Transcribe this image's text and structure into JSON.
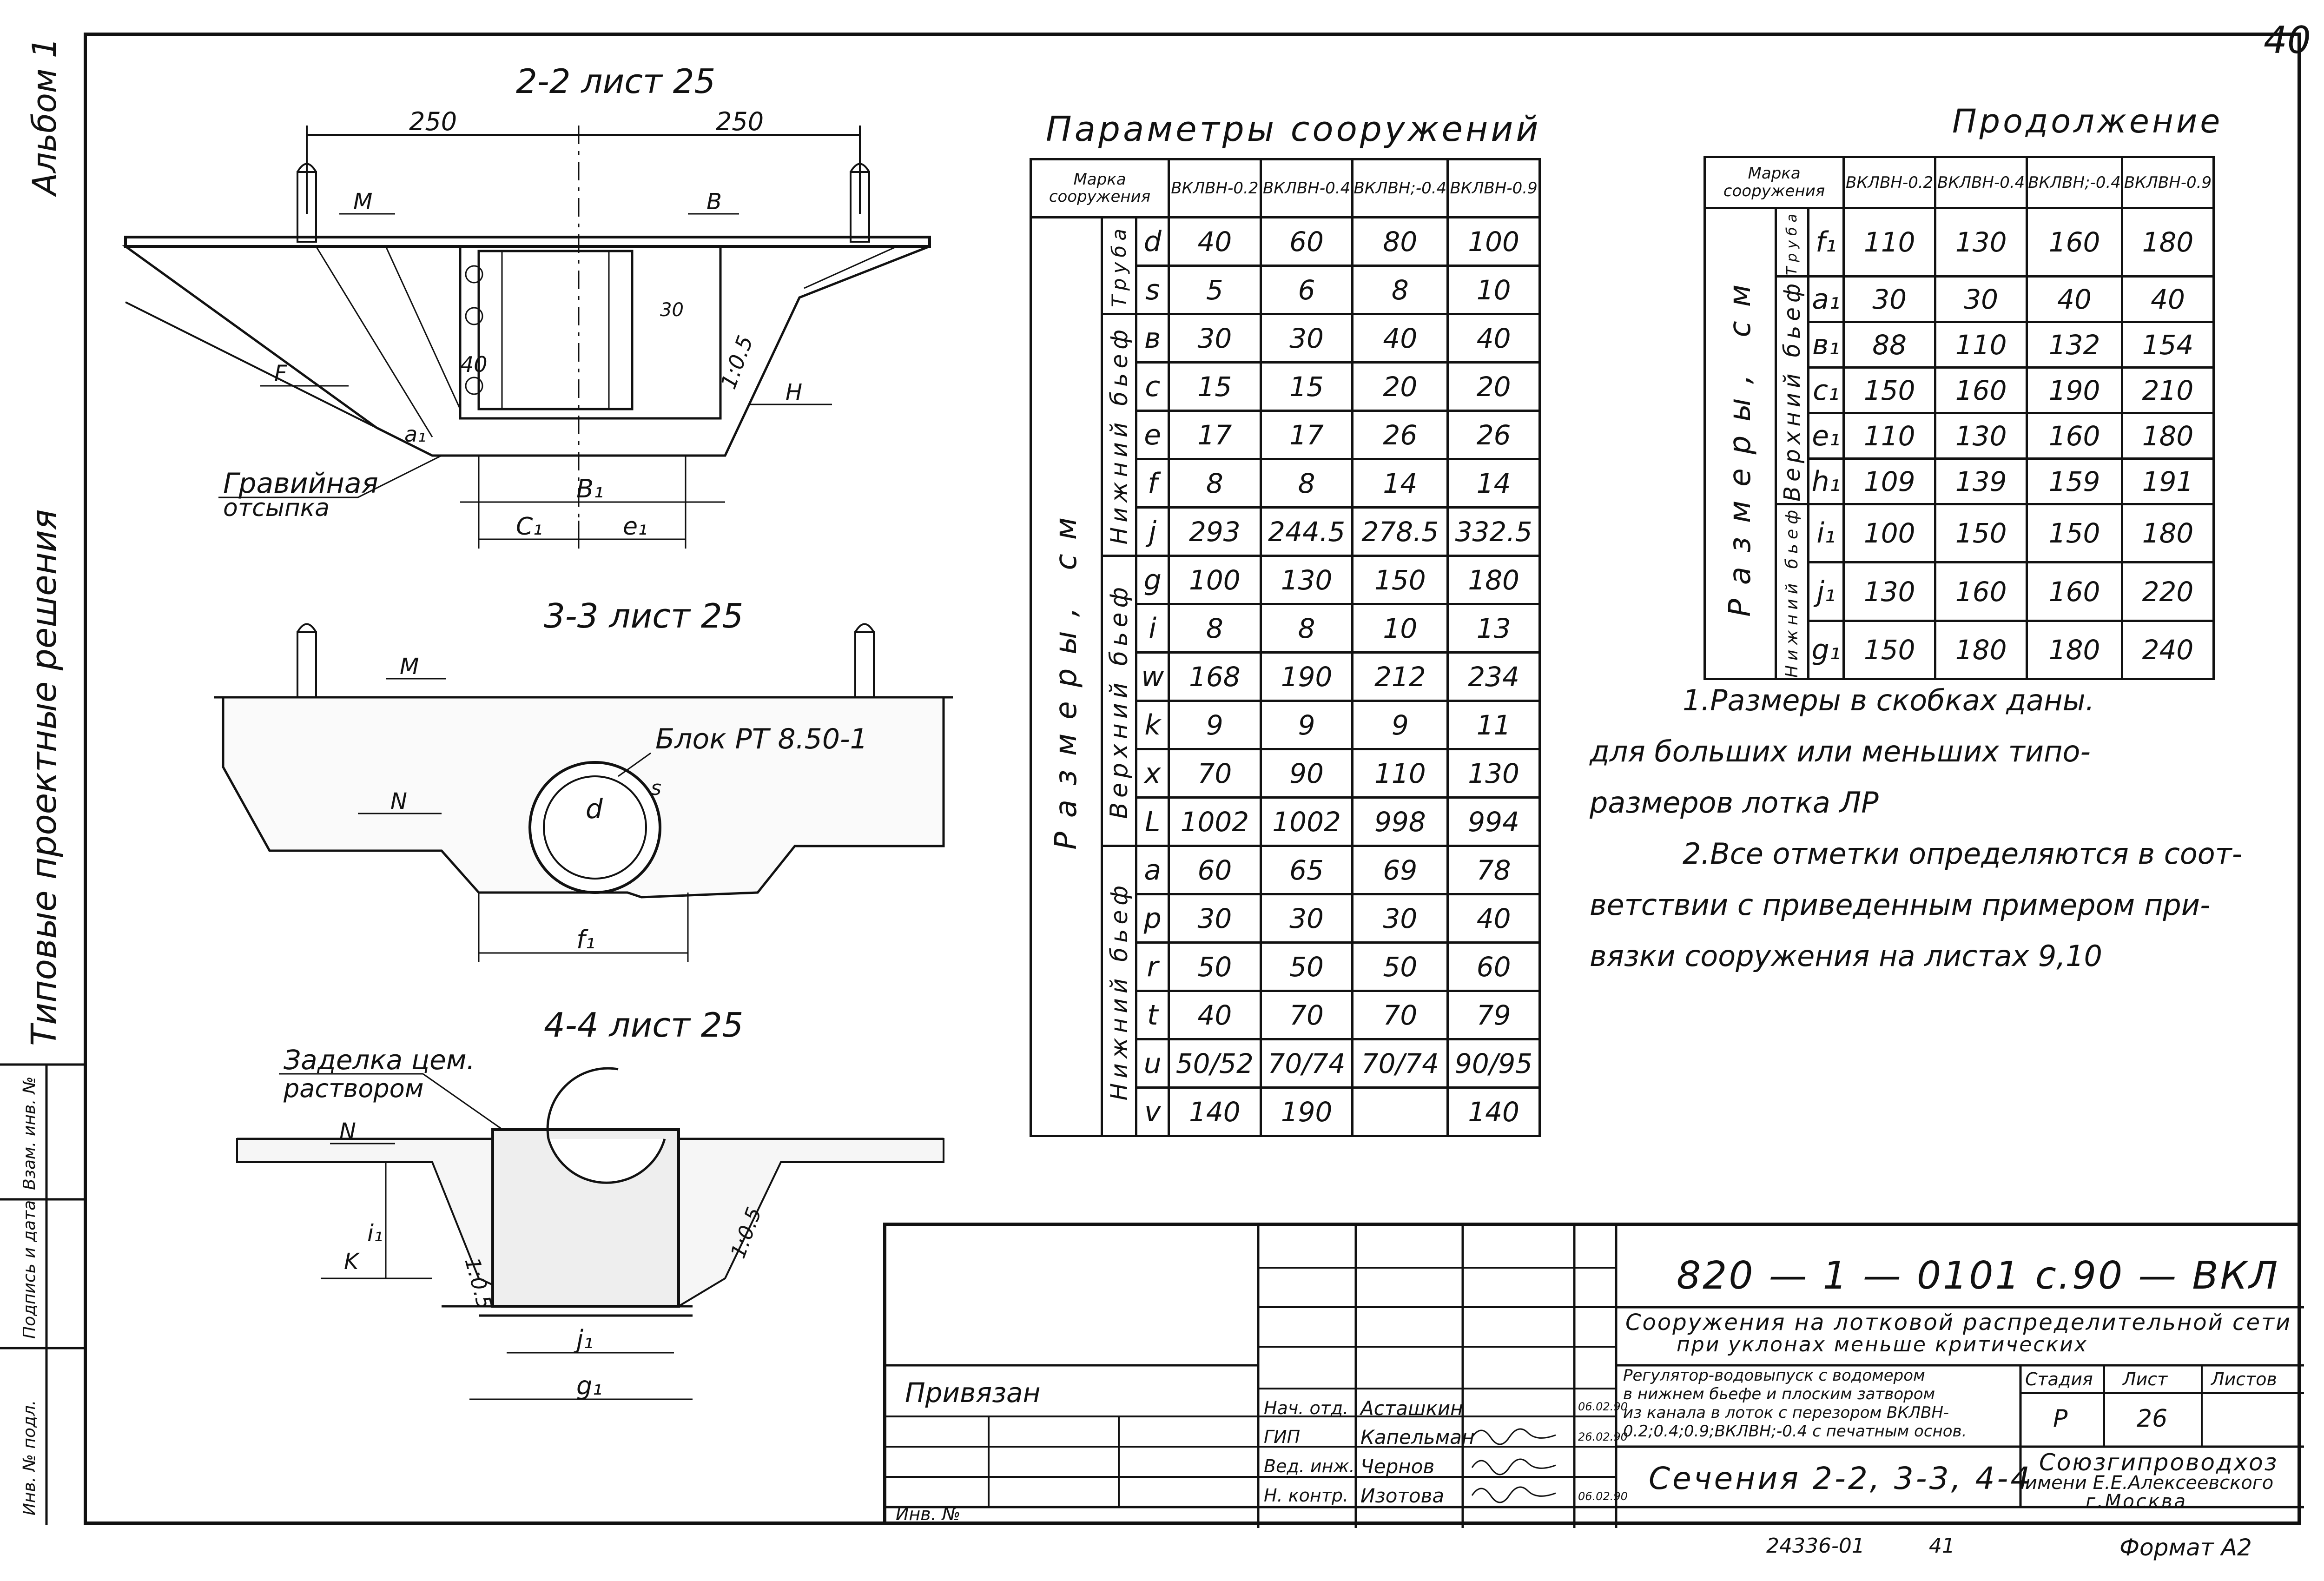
{
  "album_label": "Альбом 1",
  "series_label": "Типовые проектные решения",
  "sheet_number_corner": "40",
  "left_strip": [
    "Инв. № подл.",
    "Подпись и дата",
    "Взам. инв. №"
  ],
  "sections": {
    "s22": {
      "title": "2-2 лист 25",
      "dim_left": "250",
      "dim_right": "250",
      "labels": {
        "M": "M",
        "B": "B",
        "F": "F",
        "H": "H",
        "dim40": "40",
        "dim30": "30",
        "slope": "1:0.5",
        "a1": "a₁",
        "b1": "B₁",
        "c1": "C₁",
        "e1": "e₁",
        "gravel1": "Гравийная",
        "gravel2": "отсыпка"
      }
    },
    "s33": {
      "title": "3-3 лист 25",
      "block": "Блок РТ 8.50-1",
      "M": "M",
      "N": "N",
      "d": "d",
      "s": "s",
      "f1": "f₁"
    },
    "s44": {
      "title": "4-4 лист 25",
      "seal1": "Заделка цем.",
      "seal2": "раствором",
      "N": "N",
      "K": "K",
      "i1": "i₁",
      "slope_l": "1:0.5",
      "slope_r": "1:0.5",
      "j1": "j₁",
      "g1": "g₁"
    }
  },
  "param_table": {
    "title": "Параметры сооружений",
    "header_mark": "Марка сооружения",
    "columns": [
      "ВКЛВН-0.2",
      "ВКЛВН-0.4",
      "ВКЛВН;-0.4",
      "ВКЛВН-0.9"
    ],
    "group_label": "Размеры, см",
    "sub_pipe": "Труба",
    "sub_upper": "Верхний бьеф",
    "sub_lower": "Нижний бьеф",
    "rows": [
      {
        "p": "d",
        "v": [
          "40",
          "60",
          "80",
          "100"
        ]
      },
      {
        "p": "s",
        "v": [
          "5",
          "6",
          "8",
          "10"
        ]
      },
      {
        "p": "в",
        "v": [
          "30",
          "30",
          "40",
          "40"
        ]
      },
      {
        "p": "c",
        "v": [
          "15",
          "15",
          "20",
          "20"
        ]
      },
      {
        "p": "e",
        "v": [
          "17",
          "17",
          "26",
          "26"
        ]
      },
      {
        "p": "f",
        "v": [
          "8",
          "8",
          "14",
          "14"
        ]
      },
      {
        "p": "j",
        "v": [
          "293",
          "244.5",
          "278.5",
          "332.5"
        ]
      },
      {
        "p": "g",
        "v": [
          "100",
          "130",
          "150",
          "180"
        ]
      },
      {
        "p": "i",
        "v": [
          "8",
          "8",
          "10",
          "13"
        ]
      },
      {
        "p": "w",
        "v": [
          "168",
          "190",
          "212",
          "234"
        ]
      },
      {
        "p": "k",
        "v": [
          "9",
          "9",
          "9",
          "11"
        ]
      },
      {
        "p": "x",
        "v": [
          "70",
          "90",
          "110",
          "130"
        ]
      },
      {
        "p": "L",
        "v": [
          "1002",
          "1002",
          "998",
          "994"
        ]
      },
      {
        "p": "a",
        "v": [
          "60",
          "65",
          "69",
          "78"
        ]
      },
      {
        "p": "p",
        "v": [
          "30",
          "30",
          "30",
          "40"
        ]
      },
      {
        "p": "r",
        "v": [
          "50",
          "50",
          "50",
          "60"
        ]
      },
      {
        "p": "t",
        "v": [
          "40",
          "70",
          "70",
          "79"
        ]
      },
      {
        "p": "u",
        "v": [
          "50/52",
          "70/74",
          "70/74",
          "90/95"
        ]
      },
      {
        "p": "v",
        "v": [
          "140",
          "190",
          "",
          "140"
        ]
      }
    ]
  },
  "cont_table": {
    "title": "Продолжение",
    "header_mark": "Марка сооружения",
    "columns": [
      "ВКЛВН-0.2",
      "ВКЛВН-0.4",
      "ВКЛВН;-0.4",
      "ВКЛВН-0.9"
    ],
    "group_label": "Размеры, см",
    "sub_pipe": "Труба",
    "sub_upper": "Верхний бьеф",
    "sub_lower": "Нижний бьеф",
    "rows": [
      {
        "p": "f₁",
        "v": [
          "110",
          "130",
          "160",
          "180"
        ]
      },
      {
        "p": "a₁",
        "v": [
          "30",
          "30",
          "40",
          "40"
        ]
      },
      {
        "p": "в₁",
        "v": [
          "88",
          "110",
          "132",
          "154"
        ]
      },
      {
        "p": "c₁",
        "v": [
          "150",
          "160",
          "190",
          "210"
        ]
      },
      {
        "p": "e₁",
        "v": [
          "110",
          "130",
          "160",
          "180"
        ]
      },
      {
        "p": "h₁",
        "v": [
          "109",
          "139",
          "159",
          "191"
        ]
      },
      {
        "p": "i₁",
        "v": [
          "100",
          "150",
          "150",
          "180"
        ]
      },
      {
        "p": "j₁",
        "v": [
          "130",
          "160",
          "160",
          "220"
        ]
      },
      {
        "p": "g₁",
        "v": [
          "150",
          "180",
          "180",
          "240"
        ]
      }
    ]
  },
  "notes": [
    "1.Размеры в скобках даны.",
    "для больших или меньших типо-",
    "размеров лотка ЛР",
    "2.Все отметки определяются в соот-",
    "ветствии с приведенным примером при-",
    "вязки сооружения на листах 9,10"
  ],
  "title_block": {
    "code": "820 — 1 — 0101 с.90 — ВКЛ",
    "object1": "Сооружения на лотковой распределительной сети",
    "object2": "при уклонах меньше критических",
    "desc1": "Регулятор-водовыпуск с водомером",
    "desc2": "в нижнем бьефе и плоским затвором",
    "desc3": "из канала в лоток с перезором ВКЛВН-",
    "desc4": "0.2;0.4;0.9;ВКЛВН;-0.4 с печатным основ.",
    "stage_h": "Стадия",
    "sheet_h": "Лист",
    "sheets_h": "Листов",
    "stage": "Р",
    "sheet": "26",
    "sheets": "",
    "sheet_title": "Сечения 2-2, 3-3, 4-4",
    "org1": "Союзгипроводхоз",
    "org2": "имени Е.Е.Алексеевского",
    "org3": "г.Москва",
    "linked": "Привязан",
    "inv": "Инв. №",
    "staff": [
      {
        "role": "Нач. отд.",
        "name": "Асташкин",
        "date": "06.02.90"
      },
      {
        "role": "ГИП",
        "name": "Капельман",
        "date": "26.02.90"
      },
      {
        "role": "Вед. инж.",
        "name": "Чернов",
        "date": ""
      },
      {
        "role": "Н. контр.",
        "name": "Изотова",
        "date": "06.02.90"
      }
    ]
  },
  "footer_num": "24336-01",
  "footer_page": "41",
  "format": "Формат А2"
}
